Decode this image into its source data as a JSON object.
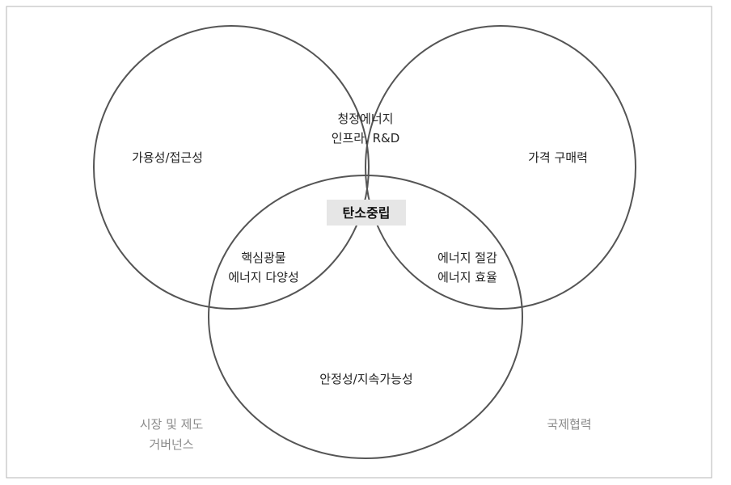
{
  "circles": {
    "top_left": {
      "label": "가용성/접근성"
    },
    "top_right": {
      "label": "가격 구매력"
    },
    "bottom": {
      "label": "안정성/지속가능성"
    }
  },
  "overlaps": {
    "top": {
      "line1": "청정에너지",
      "line2": "인프라, R&D"
    },
    "left": {
      "line1": "핵심광물",
      "line2": "에너지 다양성"
    },
    "right": {
      "line1": "에너지 절감",
      "line2": "에너지 효율"
    }
  },
  "center": {
    "label": "탄소중립",
    "box_color": "#e6e6e6"
  },
  "outside": {
    "bottom_left": {
      "line1": "시장 및 제도",
      "line2": "거버넌스"
    },
    "bottom_right": {
      "label": "국제협력"
    }
  },
  "colors": {
    "circle_stroke": "#555555",
    "frame": "#b5b5b5",
    "muted_text": "#8a8a8a"
  }
}
